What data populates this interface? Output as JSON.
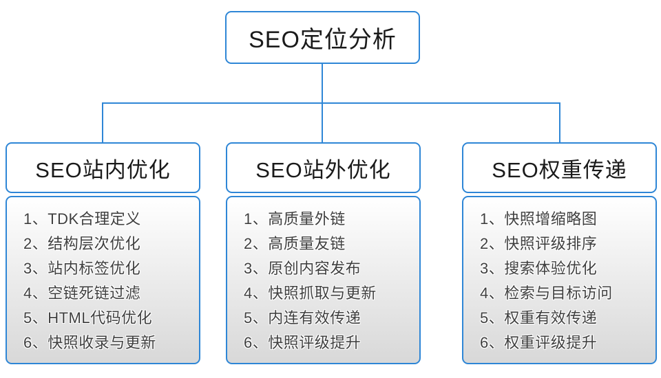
{
  "diagram": {
    "root_label": "SEO定位分析",
    "branches": [
      {
        "title": "SEO站内优化",
        "items": [
          "1、TDK合理定义",
          "2、结构层次优化",
          "3、站内标签优化",
          "4、空链死链过滤",
          "5、HTML代码优化",
          "6、快照收录与更新"
        ]
      },
      {
        "title": "SEO站外优化",
        "items": [
          "1、高质量外链",
          "2、高质量友链",
          "3、原创内容发布",
          "4、快照抓取与更新",
          "5、内连有效传递",
          "6、快照评级提升"
        ]
      },
      {
        "title": "SEO权重传递",
        "items": [
          "1、快照增缩略图",
          "2、快照评级排序",
          "3、搜索体验优化",
          "4、检索与目标访问",
          "5、权重有效传递",
          "6、权重评级提升"
        ]
      }
    ]
  },
  "colors": {
    "border_blue": "#2E86D6",
    "connector_blue": "#2E86D6",
    "list_bg_top": "#FFFFFF",
    "list_bg_bottom": "#D8D8D8",
    "list_text_color": "#3F3F3F",
    "heading_text_color": "#1A1A1A"
  }
}
